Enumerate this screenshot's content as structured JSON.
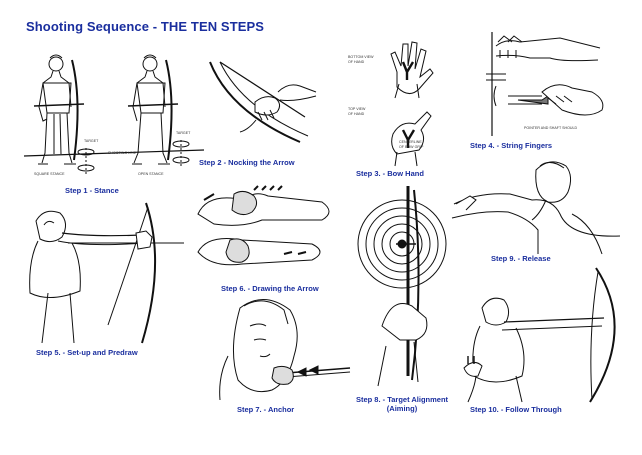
{
  "title": "Shooting Sequence - THE TEN STEPS",
  "steps": [
    {
      "label": "Step 1 - Stance"
    },
    {
      "label": "Step 2 - Nocking the Arrow"
    },
    {
      "label": "Step 3. -  Bow Hand"
    },
    {
      "label": "Step 4. - String Fingers"
    },
    {
      "label": "Step 5. - Set-up and Predraw"
    },
    {
      "label": "Step 6. - Drawing the Arrow"
    },
    {
      "label": "Step 7. - Anchor"
    },
    {
      "label": "Step 8. - Target Alignment"
    },
    {
      "label": "Step 9. - Release"
    },
    {
      "label": "Step 10. - Follow Through"
    }
  ],
  "step8_sub": "(Aiming)",
  "stance_labels": {
    "target_left": "Target",
    "target_right": "Target",
    "shooting_line": "Shooting Line",
    "square": "SQUARE STANCE",
    "open": "OPEN STANCE"
  },
  "bowhand_labels": {
    "bottom_view": "BOTTOM VIEW\nOF HAND",
    "top_view": "TOP VIEW\nOF HAND",
    "centerline": "CENTERLINE\nOF BOW GRIP"
  },
  "string_labels": {
    "pointer": "POINTER AND SHAFT SHOULD"
  },
  "colors": {
    "caption": "#1a2e9e",
    "ink": "#111111"
  }
}
